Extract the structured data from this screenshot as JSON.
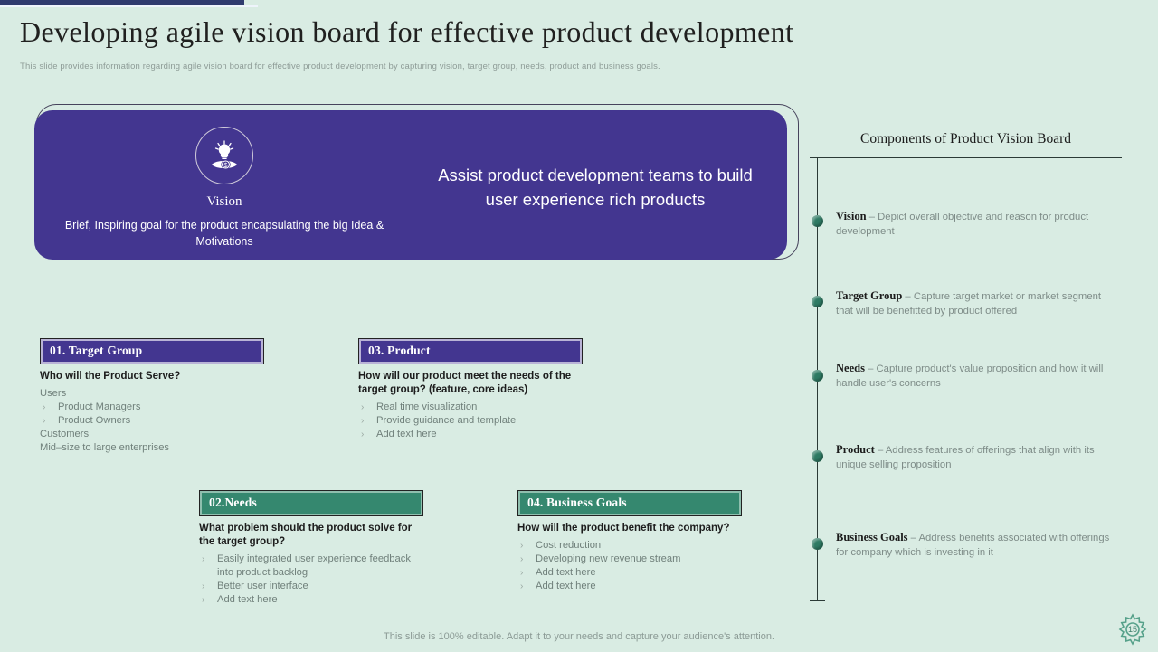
{
  "page": {
    "title": "Developing agile vision board for effective product development",
    "subtitle": "This slide provides information regarding agile  vision board for effective product development by capturing vision, target group, needs, product and business goals.",
    "footer_note": "This slide is 100% editable. Adapt it to your needs and capture your audience's attention.",
    "slide_number": "15"
  },
  "colors": {
    "background": "#d9ece3",
    "purple": "#433690",
    "green": "#35886f",
    "topbar_dark": "#2f3b6e",
    "body_text": "#7e8c88",
    "heading_text": "#1b1b1b"
  },
  "vision_banner": {
    "icon": "lightbulb-eye-dollar-icon",
    "label": "Vision",
    "description": "Brief, Inspiring goal for the product encapsulating the big Idea & Motivations",
    "statement": "Assist product development  teams to build  user experience  rich products"
  },
  "cards": [
    {
      "id": "target-group",
      "header": "01. Target Group",
      "theme": "purple",
      "question": "Who will the Product Serve?",
      "lines": [
        {
          "bullet": false,
          "text": "Users"
        },
        {
          "bullet": true,
          "text": "Product Managers"
        },
        {
          "bullet": true,
          "text": "Product Owners"
        },
        {
          "bullet": false,
          "text": "Customers"
        },
        {
          "bullet": false,
          "text": "Mid–size to large enterprises"
        }
      ]
    },
    {
      "id": "product",
      "header": "03. Product",
      "theme": "purple",
      "question": "How will our product meet the needs of the target group?  (feature, core ideas)",
      "lines": [
        {
          "bullet": true,
          "text": "Real time visualization"
        },
        {
          "bullet": true,
          "text": "Provide guidance and template"
        },
        {
          "bullet": true,
          "text": "Add text here"
        }
      ]
    },
    {
      "id": "needs",
      "header": "02.Needs",
      "theme": "green",
      "question": "What problem should  the product solve for the target group?",
      "lines": [
        {
          "bullet": true,
          "text": "Easily integrated user experience feedback into product backlog"
        },
        {
          "bullet": true,
          "text": "Better user interface"
        },
        {
          "bullet": true,
          "text": "Add text here"
        }
      ]
    },
    {
      "id": "business-goals",
      "header": "04. Business Goals",
      "theme": "green",
      "question": "How will the product benefit the company?",
      "lines": [
        {
          "bullet": true,
          "text": "Cost reduction"
        },
        {
          "bullet": true,
          "text": "Developing new revenue stream"
        },
        {
          "bullet": true,
          "text": "Add text here"
        },
        {
          "bullet": true,
          "text": "Add text here"
        }
      ]
    }
  ],
  "panel": {
    "title": "Components of Product Vision Board",
    "items": [
      {
        "term": "Vision",
        "dash": " – ",
        "text": "Depict overall  objective  and reason for product  development"
      },
      {
        "term": "Target Group",
        "dash": " – ",
        "text": "Capture  target market  or market segment that will be  benefitted  by product offered"
      },
      {
        "term": "Needs",
        "dash": " – ",
        "text": "Capture product's value  proposition and how it will handle  user's concerns"
      },
      {
        "term": "Product",
        "dash": " – ",
        "text": "Address features  of offerings  that align with its unique  selling proposition"
      },
      {
        "term": "Business Goals",
        "dash": " – ",
        "text": "Address benefits  associated with offerings  for  company which  is investing  in it"
      }
    ]
  }
}
